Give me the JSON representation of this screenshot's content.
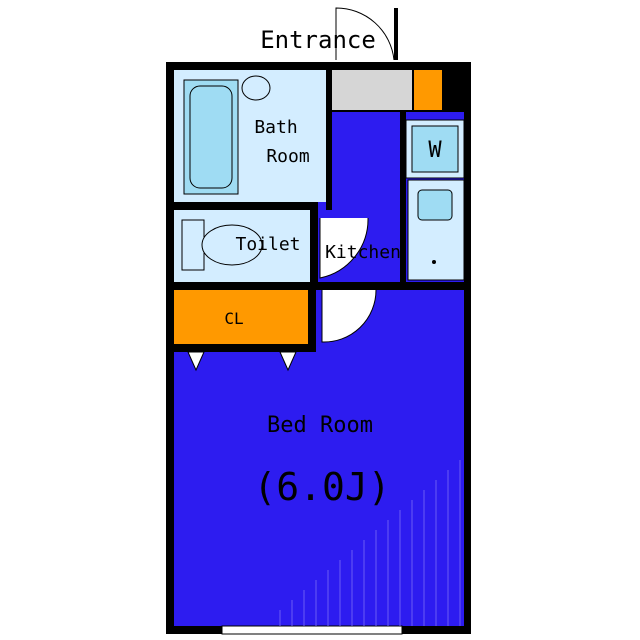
{
  "labels": {
    "entrance": "Entrance",
    "bath_line1": "Bath",
    "bath_line2": "Room",
    "toilet": "Toilet",
    "kitchen": "Kitchen",
    "washer": "W",
    "closet": "CL",
    "bedroom": "Bed Room",
    "bedroom_size": "(6.0J)"
  },
  "colors": {
    "room_blue": "#2d1cf0",
    "wet_area": "#d3edff",
    "closet": "#ff9900",
    "wall": "#000000",
    "floor_grey": "#d6d6d6",
    "fixture": "#9fdcf3"
  }
}
